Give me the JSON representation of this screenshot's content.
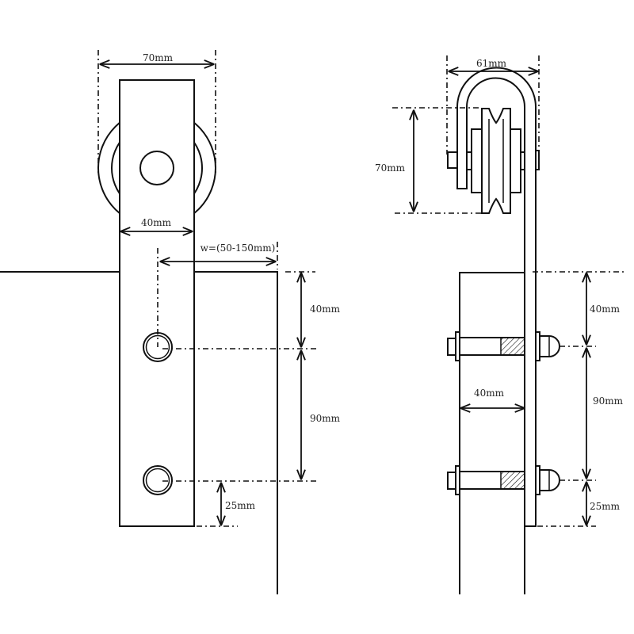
{
  "front_view": {
    "wheel_width": "70mm",
    "plate_width": "40mm",
    "gap": "w=(50-150mm)",
    "top_to_hole": "40mm",
    "hole_spacing": "90mm",
    "hole_to_bottom": "25mm"
  },
  "side_view": {
    "hook_width": "61mm",
    "wheel_height": "70mm",
    "door_thickness": "40mm",
    "top_to_bolt": "40mm",
    "bolt_spacing": "90mm",
    "bolt_to_bottom": "25mm"
  }
}
